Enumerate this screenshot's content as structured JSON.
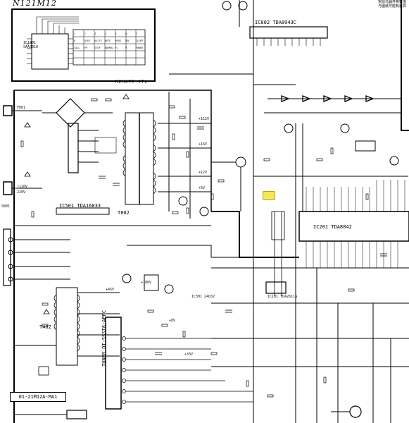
{
  "header": {
    "model": "N121M12",
    "note_cn": [
      "实际元器件参数值",
      "与图纸可能有差异",
      "本图仅供参考"
    ]
  },
  "remote": {
    "ic_ref": "IC1401",
    "ic_part": "SAA3010",
    "label": "REMOTE CTL",
    "keys": [
      "1",
      "2",
      "3",
      "4",
      "5",
      "6",
      "7",
      "8",
      "DISP",
      "AV/TV",
      "MUTE",
      "PROG",
      "VOL",
      "SLEEP",
      "CALL",
      "PP",
      "STEP",
      "NORMAL",
      "P+",
      "P-",
      "POWER"
    ]
  },
  "board": {
    "label": "01-21M12A-MA1"
  },
  "labels": {
    "ic802": "IC802 TDA8943C",
    "ic501": "IC501 TDA16833",
    "ic201": "IC201 TDA8842",
    "ic101": "IC101 TDA2611A",
    "tuner": "TUNER DT-5S5T8-APPC",
    "ic301": "IC301 24C02",
    "t402": "T402",
    "t802": "T802",
    "sw": "S801",
    "v110": "~110V",
    "v220": "220V",
    "fuse": "F801",
    "b112": "+112V",
    "b16": "+16V",
    "b12": "+12V",
    "b5": "+5V",
    "b33": "+33V",
    "b8": "+8V",
    "b180": "+180V",
    "b45": "+45V"
  }
}
